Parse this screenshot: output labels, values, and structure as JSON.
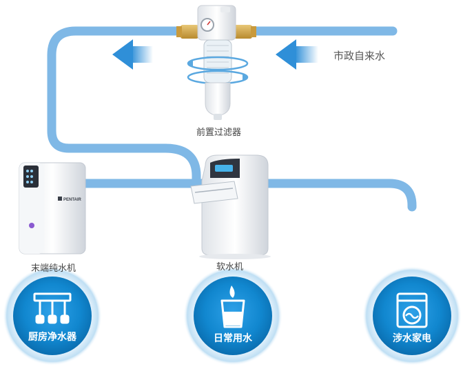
{
  "labels": {
    "source": "市政自来水",
    "prefilter": "前置过滤器",
    "purifier": "末端纯水机",
    "softener": "软水机"
  },
  "purifier_brand": "PENTAIR",
  "uses": [
    {
      "label": "厨房净水器",
      "icon": "faucet-icon"
    },
    {
      "label": "日常用水",
      "icon": "water-glass-icon"
    },
    {
      "label": "涉水家电",
      "icon": "washing-machine-icon"
    }
  ],
  "colors": {
    "pipe": "#7fb8e6",
    "arrow": "#2f8fd8",
    "circle": "#0f7fc6"
  }
}
